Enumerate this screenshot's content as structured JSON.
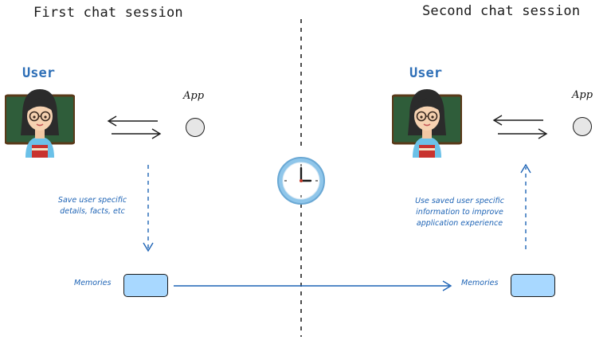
{
  "left": {
    "title": "First chat session",
    "user_label": "User",
    "app_label": "App",
    "note_lines": [
      "Save user specific",
      "details, facts, etc"
    ],
    "memories_label": "Memories"
  },
  "right": {
    "title": "Second chat session",
    "user_label": "User",
    "app_label": "App",
    "note_lines": [
      "Use saved user specific",
      "information to improve",
      "application experience"
    ],
    "memories_label": "Memories"
  },
  "icons": {
    "user_avatar": "teacher-woman-icon",
    "clock": "clock-icon",
    "app": "app-circle-icon"
  },
  "colors": {
    "accent_blue": "#1d63b5",
    "user_label_blue": "#2e6fb7",
    "memory_box_fill": "#a8d8ff"
  }
}
